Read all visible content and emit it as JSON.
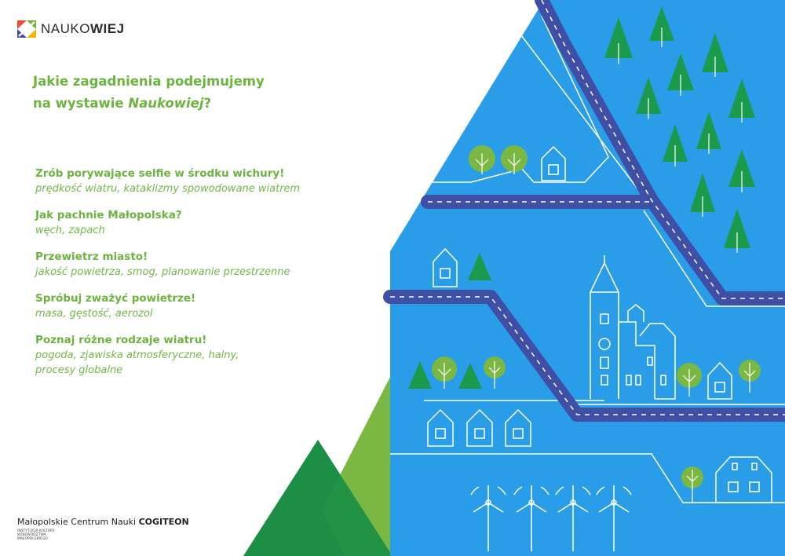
{
  "logo": {
    "prefix": "NAUKO",
    "suffix": "WIEJ"
  },
  "heading": {
    "line1": "Jakie zagadnienia podejmujemy",
    "line2_prefix": "na wystawie ",
    "line2_em": "Naukowiej",
    "line2_suffix": "?"
  },
  "topics": [
    {
      "title": "Zrób porywające selfie w środku wichury!",
      "subtitle": "prędkość wiatru, kataklizmy spowodowane wiatrem"
    },
    {
      "title": "Jak pachnie Małopolska?",
      "subtitle": "węch, zapach"
    },
    {
      "title": "Przewietrz miasto!",
      "subtitle": "jakość powietrza, smog, planowanie przestrzenne"
    },
    {
      "title": "Spróbuj zważyć powietrze!",
      "subtitle": "masa, gęstość, aerozol"
    },
    {
      "title": "Poznaj różne rodzaje wiatru!",
      "subtitle": "pogoda, zjawiska atmosferyczne, halny, procesy globalne"
    }
  ],
  "footer": {
    "text": "Małopolskie Centrum Nauki ",
    "brand": "COGITEON",
    "institution": "INSTYTUCJA KULTURY WOJEWÓDZTWA MAŁOPOLSKIEGO"
  },
  "colors": {
    "green": "#6cb33f",
    "sky": "#2a9de8",
    "road": "#3f4fa6",
    "tree": "#1a9a4a"
  },
  "icons": [
    "logo-icon",
    "tree-icon",
    "house-icon",
    "wind-turbine-icon",
    "tower-icon"
  ]
}
